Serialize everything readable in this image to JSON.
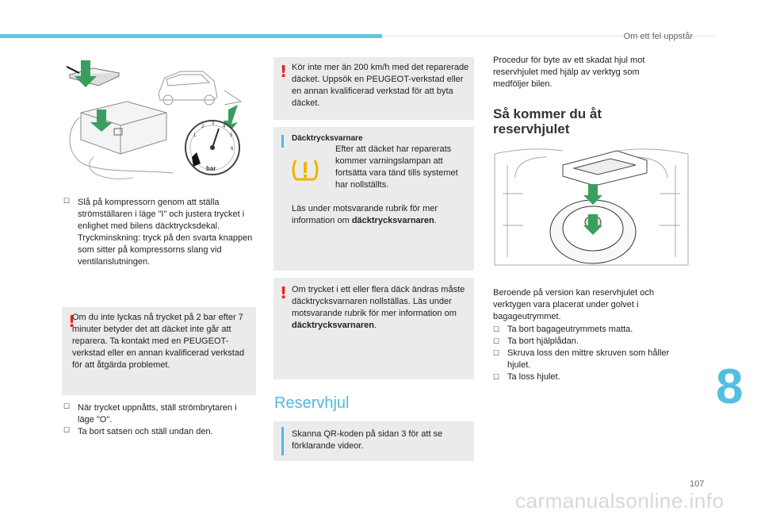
{
  "header": {
    "section_title": "Om ett fel uppstår"
  },
  "col1": {
    "step_kompressor": "Slå på kompressorn genom att ställa strömställaren i läge \"I\" och justera trycket i enlighet med bilens däcktrycksdekal. Tryckminskning: tryck på den svarta knappen som sitter på kompressorns slang vid ventilanslutningen.",
    "warn_text": "Om du inte lyckas nå trycket på 2 bar efter 7 minuter betyder det att däcket inte går att reparera. Ta kontakt med en PEUGEOT-verkstad eller en annan kvalificerad verkstad för att åtgärda problemet.",
    "step_trycket": "När trycket uppnåtts, ställ strömbrytaren i läge \"O\".",
    "step_ta_bort": "Ta bort satsen och ställ undan den.",
    "gauge_unit": "bar"
  },
  "col2": {
    "warn1_text": "Kör inte mer än 200 km/h med det reparerade däcket. Uppsök en PEUGEOT-verkstad eller en annan kvalificerad verkstad för att byta däcket.",
    "info_title": "Däcktrycksvarnare",
    "info_text": "Efter att däcket har reparerats kommer varningslampan att fortsätta vara tänd tills systemet har nollställts.",
    "info_text2_pre": "Läs under motsvarande rubrik för mer information om ",
    "info_text2_bold": "däcktrycksvarnaren",
    "warn2_text_pre": "Om trycket i ett eller flera däck ändras måste däcktrycksvarnaren nollställas. Läs under motsvarande rubrik för mer information om ",
    "warn2_text_bold": "däcktrycksvarnaren",
    "reservhjul_heading": "Reservhjul",
    "info2_text": "Skanna QR-koden på sidan 3 för att se förklarande videor."
  },
  "col3": {
    "intro": "Procedur för byte av ett skadat hjul mot reservhjulet med hjälp av verktyg som medföljer bilen.",
    "heading": "Så kommer du åt reservhjulet",
    "version_text": "Beroende på version kan reservhjulet och verktygen vara placerat under golvet i bagageutrymmet.",
    "steps": [
      "Ta bort bagageutrymmets matta.",
      "Ta bort hjälplådan.",
      "Skruva loss den mittre skruven som håller hjulet.",
      "Ta loss hjulet."
    ]
  },
  "chapter_number": "8",
  "page_number": "107",
  "watermark": "carmanualsonline.info",
  "icons": {
    "bullet": "arrow-bullet-icon",
    "warning": "exclamation-warning-icon",
    "info": "info-bar-icon",
    "tpms": "tire-pressure-warning-icon"
  },
  "colors": {
    "accent_blue": "#52b9de",
    "warning_red": "#e8231f",
    "box_gray": "#ebebeb",
    "tpms_yellow": "#f3b200"
  }
}
